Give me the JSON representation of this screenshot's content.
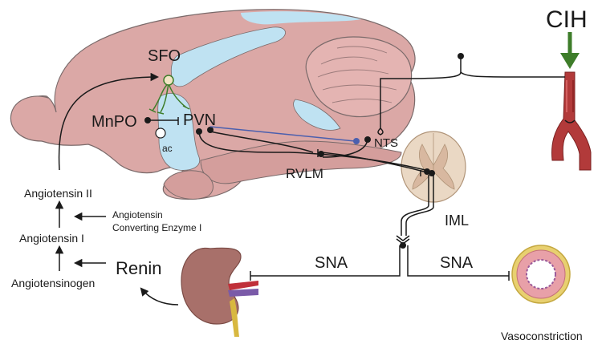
{
  "labels": {
    "sfo": "SFO",
    "mnpo": "MnPO",
    "pvn": "PVN",
    "ac": "ac",
    "nts": "NTS",
    "rvlm": "RVLM",
    "iml": "IML",
    "cih": "CIH",
    "sna_left": "SNA",
    "sna_right": "SNA",
    "renin": "Renin",
    "vasoconstriction": "Vasoconstriction"
  },
  "ras": {
    "angiotensin_ii": "Angiotensin II",
    "angiotensin_i": "Angiotensin I",
    "angiotensinogen": "Angiotensinogen",
    "ace_line1": "Angiotensin",
    "ace_line2": "Converting Enzyme I"
  },
  "colors": {
    "brain": "#dba8a6",
    "brain_outline": "#7a6a6a",
    "ventricle": "#bfe2f2",
    "cerebellum": "#e4b4b2",
    "spinal_cord": "#ead8c4",
    "spinal_gray": "#d8b8a0",
    "kidney": "#a8706a",
    "artery": "#b23a3a",
    "cih_arrow": "#3e7d2a",
    "sfo_neuron": "#3e7d2a",
    "pvn_nts_axon": "#4b5fae"
  }
}
